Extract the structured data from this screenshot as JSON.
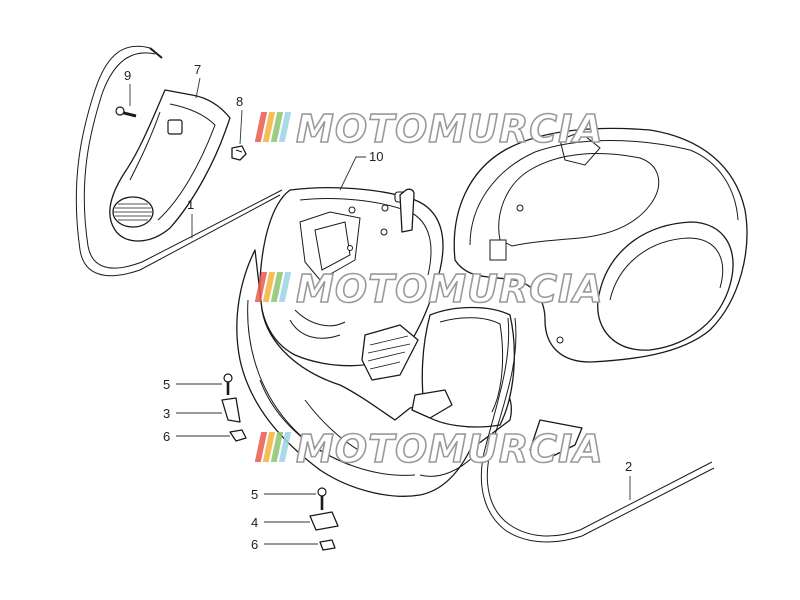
{
  "watermark": {
    "text": "MOTOMURCIA",
    "stripe_colors": [
      "#e85a4f",
      "#f3b33d",
      "#8cc46b",
      "#9ad4e6"
    ]
  },
  "callouts": [
    {
      "id": "c9",
      "label": "9"
    },
    {
      "id": "c7",
      "label": "7"
    },
    {
      "id": "c8",
      "label": "8"
    },
    {
      "id": "c10",
      "label": "10"
    },
    {
      "id": "c1",
      "label": "1"
    },
    {
      "id": "c5a",
      "label": "5"
    },
    {
      "id": "c3",
      "label": "3"
    },
    {
      "id": "c6a",
      "label": "6"
    },
    {
      "id": "c5b",
      "label": "5"
    },
    {
      "id": "c4",
      "label": "4"
    },
    {
      "id": "c6b",
      "label": "6"
    },
    {
      "id": "c2",
      "label": "2"
    }
  ]
}
